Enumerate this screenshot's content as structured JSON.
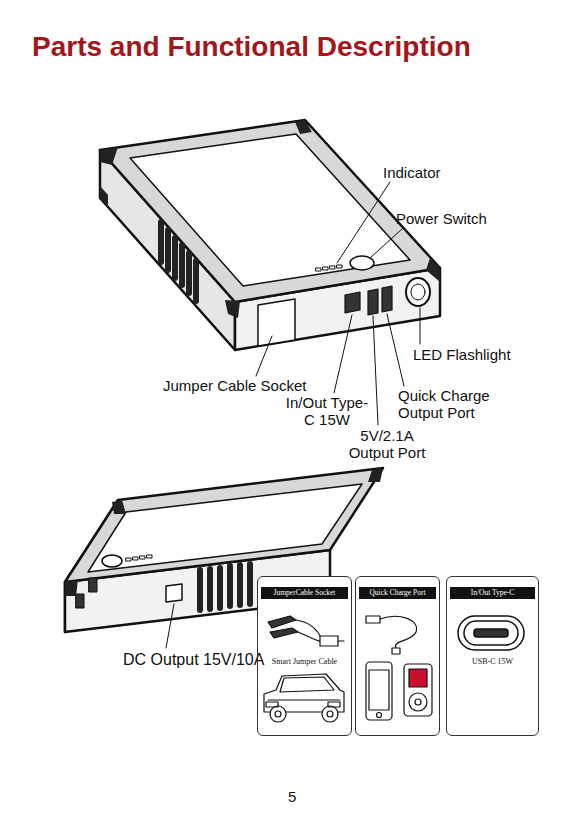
{
  "diagram": {
    "title": "Parts and Functional Description",
    "nodes": [
      {
        "text": [
          "JumperCable Socket",
          "Smart Jumper Cable"
        ]
      },
      {
        "text": [
          "Quick Charge Port"
        ]
      },
      {
        "text": [
          "In/Out Type-C",
          "USB-C 15W"
        ]
      }
    ],
    "labels": [
      "Indicator",
      "Power Switch",
      "LED Flashlight",
      "Jumper Cable Socket",
      "In/Out Type-C 15W",
      "Quick Charge Output Port",
      "5V/2.1A Output Port",
      "DC Output 15V/10A",
      "5"
    ]
  }
}
